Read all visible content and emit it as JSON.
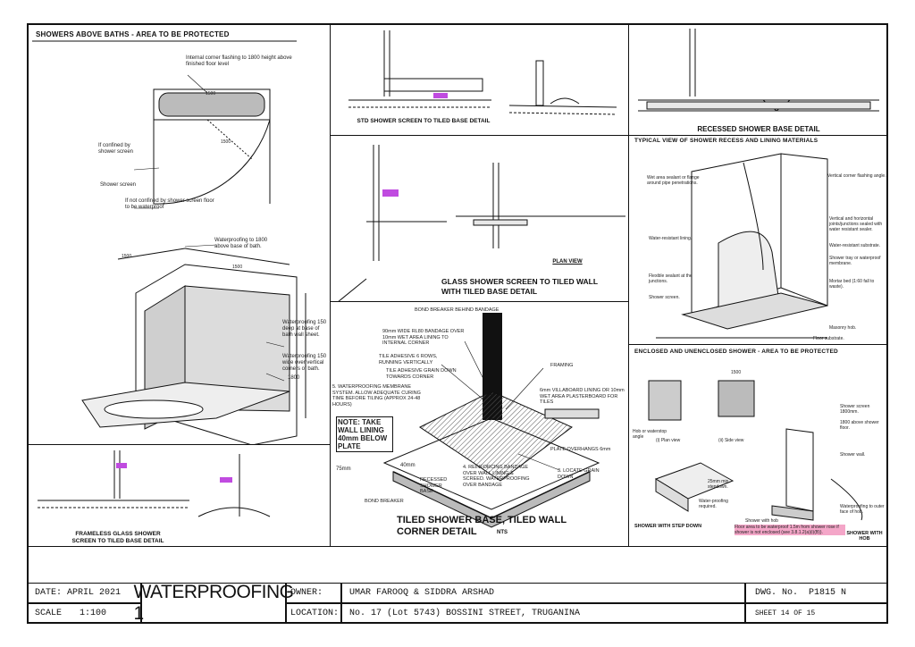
{
  "panels": {
    "showers_above_baths": {
      "title": "SHOWERS ABOVE BATHS - AREA TO BE PROTECTED",
      "notes": {
        "flashing": "Internal corner flashing to 1800 height above finished floor level",
        "dim_1500a": "1500",
        "dim_1500b": "1500",
        "confined": "If confined by shower screen",
        "screen": "Shower screen",
        "not_confined": "If not confined by shower screen floor to be waterproof",
        "wp_1800": "Waterproofing to 1800 above base of bath.",
        "dim_1500c": "1500",
        "dim_1500d": "1500",
        "wp_150_deep": "Waterproofing 150 deep at base of bath wall sheet.",
        "wp_150_wide": "Waterproofing 150 wide over vertical corners of bath.",
        "dim_1800": "1800"
      }
    },
    "std_screen": {
      "caption": "STD SHOWER SCREEN TO TILED BASE DETAIL"
    },
    "recessed": {
      "caption": "RECESSED SHOWER BASE DETAIL"
    },
    "glass_screen": {
      "caption_line1": "GLASS SHOWER SCREEN TO TILED WALL",
      "caption_line2": "WITH TILED BASE DETAIL",
      "plan_view": "PLAN VIEW"
    },
    "typical": {
      "title": "TYPICAL VIEW OF SHOWER RECESS AND LINING MATERIALS",
      "notes": {
        "wet_area": "Wet area sealant or flange around pipe penetrations.",
        "corner_flashing": "Vertical corner flashing angle.",
        "joints": "Vertical and horizontal joints/junctions sealed with water resistant sealer.",
        "lining": "Water-resistant lining.",
        "substrate": "Water-resistant substrate.",
        "tray": "Shower tray or waterproof membrane.",
        "flexible": "Flexible sealant at the junctions.",
        "mortar": "Mortar bed (1:60 fall to waste).",
        "screen": "Shower screen.",
        "hob": "Masonry hob.",
        "floor": "Floor substrate."
      }
    },
    "tiled_base": {
      "caption_line1": "TILED SHOWER BASE, TILED WALL",
      "caption_line2": "CORNER DETAIL",
      "nts": "NTS",
      "notes": {
        "bond_breaker_top": "BOND BREAKER BEHIND BANDAGE",
        "bandage": "90mm WIDE RL80 BANDAGE OVER 10mm WET AREA LINING TO INTERNAL CORNER",
        "tile_adhesive": "TILE ADHESIVE 6 ROWS, RUNNING VERTICALLY",
        "grain": "TILE ADHESIVE GRAIN DOWN TOWARDS CORNER",
        "framing": "FRAMING",
        "membrane": "5. WATERPROOFING MEMBRANE SYSTEM. ALLOW ADEQUATE CURING TIME BEFORE TILING (APPROX 24-48 HOURS)",
        "villaboard": "6mm VILLABOARD LINING OR 10mm WET AREA PLASTERBOARD FOR TILES",
        "take_note": "NOTE: TAKE WALL LINING 40mm BELOW PLATE",
        "plate": "PLATE OVERHANGS 6mm",
        "dim_75": "75mm",
        "dim_40": "40mm",
        "reinforcing": "4. REINFORCING BANDAGE OVER WALL LINING & SCREED. WATERPROOFING OVER BANDAGE",
        "recessed": "RECESSED SHOWER BASE",
        "bond_breaker": "BOND BREAKER",
        "locate": "3. LOCATE GRAIN DOWN"
      }
    },
    "frameless": {
      "caption_line1": "FRAMELESS GLASS SHOWER",
      "caption_line2": "SCREEN TO TILED BASE DETAIL"
    },
    "enclosed": {
      "title": "ENCLOSED AND UNENCLOSED SHOWER - AREA TO BE PROTECTED",
      "notes": {
        "dim_1500": "1500",
        "hob": "Hob or waterstop angle",
        "plan": "(i) Plan view",
        "side": "(ii) Side view",
        "step_down": "SHOWER WITH STEP DOWN",
        "hob_title": "SHOWER WITH HOB",
        "screen_1800": "Shower screen 1800mm.",
        "above_floor": "1800 above shower floor.",
        "wall": "Shower wall.",
        "outer_face": "Waterproofing to outer face of hob.",
        "step_25": "25mm min. stepdown.",
        "wp_required": "Water-proofing required.",
        "shower_with_hob": "Shower with hob",
        "highlight": "Floor area to be waterproof 1.5m from shower rose if shower is not enclosed (see 3.8.1.2(a)(i)(B))."
      }
    }
  },
  "title_block": {
    "date": "DATE: APRIL 2021",
    "scale_label": "SCALE",
    "scale_value": "1:100",
    "drawing_title": "WATERPROOFING 1",
    "owner_label": "OWNER:",
    "owner_value": "UMAR FAROOQ & SIDDRA ARSHAD",
    "location_label": "LOCATION:",
    "location_value": "No. 17 (Lot 5743) BOSSINI STREET, TRUGANINA",
    "dwg_label": "DWG. No.",
    "dwg_value": "P1815 N",
    "sheet": "SHEET 14 OF 15"
  },
  "colors": {
    "line": "#111111",
    "highlight": "#f4a6c8",
    "hatch": "#555555"
  }
}
